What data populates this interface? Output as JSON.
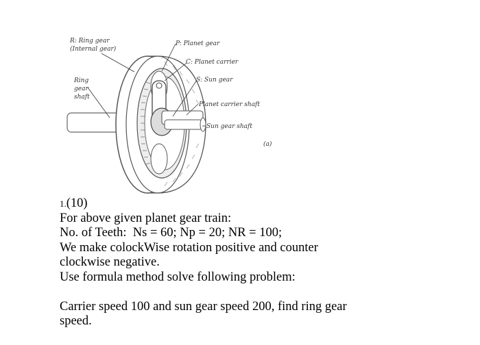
{
  "figure": {
    "labels": {
      "ring_gear": "R: Ring gear",
      "internal_gear": "(Internal gear)",
      "planet_gear": "P: Planet gear",
      "planet_carrier": "C: Planet carrier",
      "sun_gear": "S: Sun gear",
      "ring_shaft_1": "Ring",
      "ring_shaft_2": "gear",
      "ring_shaft_3": "shaft",
      "planet_carrier_shaft": "Planet carrier shaft",
      "sun_gear_shaft": "Sun gear shaft",
      "panel": "(a)"
    }
  },
  "problem": {
    "number": "1.",
    "points": "(10)",
    "line1": "For above given planet gear train:",
    "line2": "No. of Teeth:  Ns = 60; Np = 20; NR = 100;",
    "line3": "We make colockWise rotation positive and counter",
    "line4": "clockwise negative.",
    "line5": "Use formula method solve following problem:",
    "line6": "Carrier speed 100 and sun gear speed 200, find ring gear",
    "line7": "speed."
  }
}
